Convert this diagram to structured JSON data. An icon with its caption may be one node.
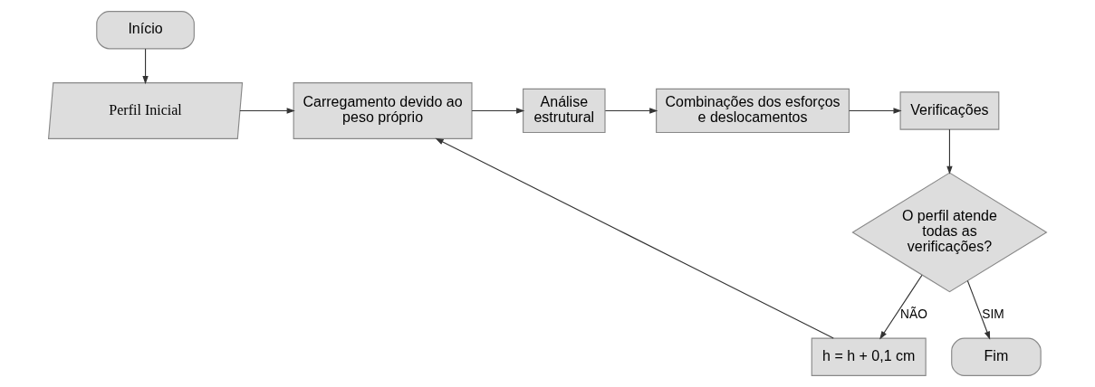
{
  "diagram": {
    "nodes": [
      {
        "text": [
          "Início"
        ]
      },
      {
        "text": [
          "Perfil Inicial"
        ]
      },
      {
        "text": [
          "Carregamento devido ao peso próprio"
        ]
      },
      {
        "text": [
          "Análise estrutural"
        ]
      },
      {
        "text": [
          "Combinações dos esforços e deslocamentos"
        ]
      },
      {
        "text": [
          "Verificações"
        ]
      },
      {
        "text": [
          "O perfil atende todas as verificações?"
        ]
      },
      {
        "text": [
          "Fim"
        ]
      },
      {
        "text": [
          "h = h + 0,1 cm"
        ]
      }
    ],
    "edges": [
      {
        "from": 0,
        "to": 1,
        "arrow": "to"
      },
      {
        "from": 1,
        "to": 2,
        "arrow": "to"
      },
      {
        "from": 2,
        "to": 3,
        "arrow": "to"
      },
      {
        "from": 3,
        "to": 4,
        "arrow": "to"
      },
      {
        "from": 4,
        "to": 5,
        "arrow": "to"
      },
      {
        "from": 5,
        "to": 6,
        "arrow": "to"
      },
      {
        "from": 6,
        "to": 7,
        "label": "SIM",
        "arrow": "to"
      },
      {
        "from": 6,
        "to": 8,
        "label": "NÃO",
        "arrow": "to"
      },
      {
        "from": 8,
        "to": 2,
        "arrow": "to"
      }
    ]
  }
}
